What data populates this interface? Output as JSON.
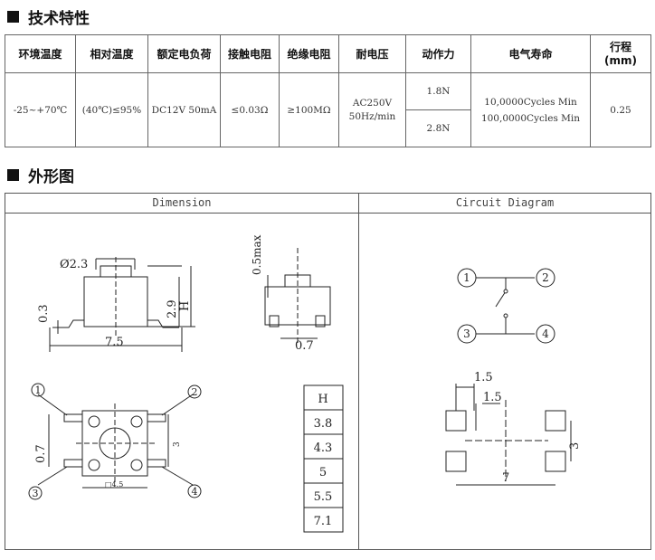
{
  "sections": {
    "specs_title": "技术特性",
    "shape_title": "外形图"
  },
  "spec_table": {
    "headers": [
      "环境温度",
      "相对温度",
      "额定电负荷",
      "接触电阻",
      "绝缘电阻",
      "耐电压",
      "动作力",
      "电气寿命",
      "行程\n(mm)"
    ],
    "row": {
      "temp": "-25~+70℃",
      "humidity": "(40℃)≤95%",
      "load": "DC12V 50mA",
      "contact_res": "≤0.03Ω",
      "insulation": "≥100MΩ",
      "voltage": "AC250V\n50Hz/min",
      "force_1": "1.8N",
      "force_2": "2.8N",
      "life": "10,0000Cycles Min\n100,0000Cycles Min",
      "stroke": "0.25"
    }
  },
  "dimension": {
    "header": "Dimension",
    "labels": {
      "phi": "Ø2.3",
      "d03": "0.3",
      "d29": "2.9",
      "H": "H",
      "d75": "7.5",
      "d05max": "0.5max",
      "d07": "0.7",
      "d07b": "0.7",
      "d45": "□4.5",
      "d3": "3"
    },
    "pins": [
      "1",
      "2",
      "3",
      "4"
    ],
    "h_table": {
      "header": "H",
      "values": [
        "3.8",
        "4.3",
        "5",
        "5.5",
        "7.1"
      ]
    }
  },
  "circuit": {
    "header": "Circuit Diagram",
    "pins": [
      "1",
      "2",
      "3",
      "4"
    ],
    "labels": {
      "d15a": "1.5",
      "d15b": "1.5",
      "d3": "3",
      "d7": "7"
    }
  }
}
